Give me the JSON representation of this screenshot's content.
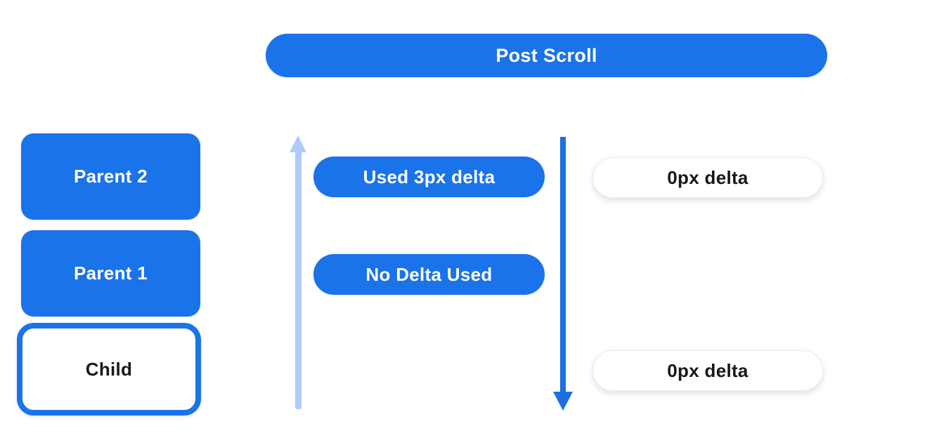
{
  "colors": {
    "primary_blue": "#1a73e8",
    "light_blue": "#aecbfa",
    "arrow_blue": "#1b6fe0",
    "text_white": "#ffffff",
    "text_black": "#17181a",
    "pill_border": "#ececec",
    "background": "#ffffff"
  },
  "header": {
    "label": "Post Scroll"
  },
  "scrollable_stack": {
    "items": [
      {
        "label": "Parent 2",
        "variant": "filled"
      },
      {
        "label": "Parent 1",
        "variant": "filled"
      },
      {
        "label": "Child",
        "variant": "outlined"
      }
    ]
  },
  "propagation": {
    "icons": {
      "up": "arrow-up-icon",
      "down": "arrow-down-icon"
    },
    "delta_events": [
      {
        "label": "Used 3px delta"
      },
      {
        "label": "No Delta Used"
      }
    ],
    "delta_results": [
      {
        "label": "0px delta"
      },
      {
        "label": "0px delta"
      }
    ]
  }
}
